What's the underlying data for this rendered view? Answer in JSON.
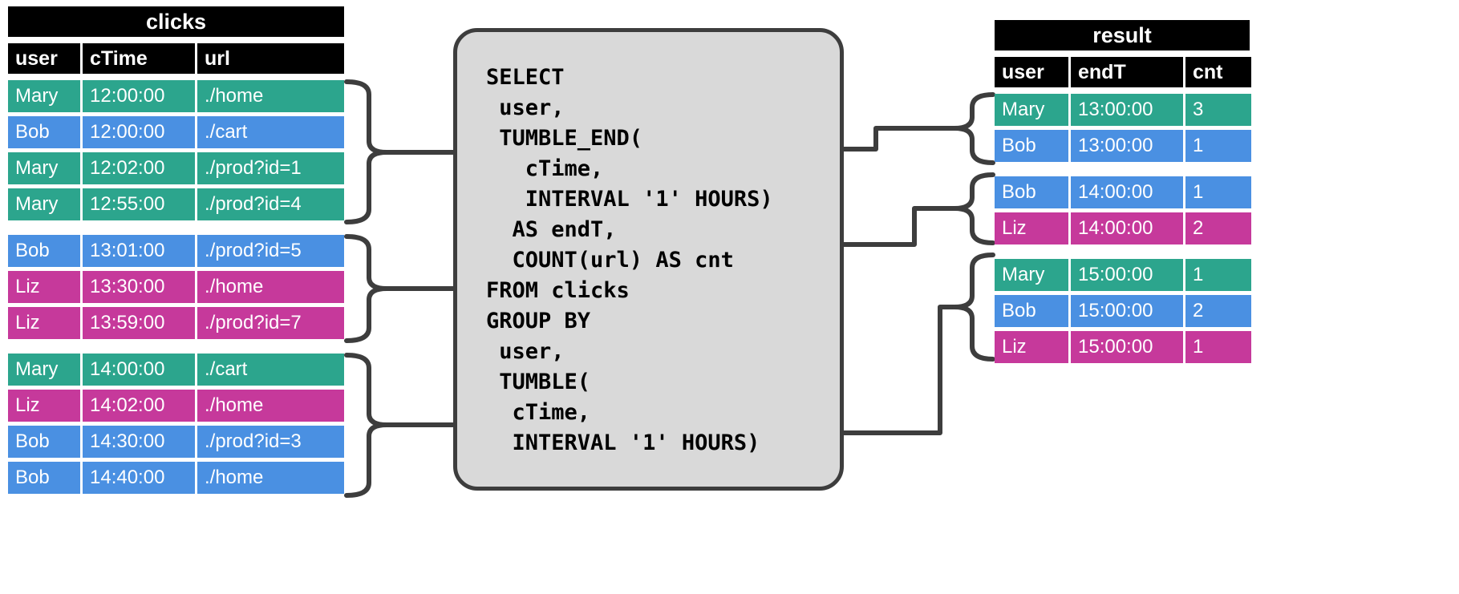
{
  "clicks_table": {
    "title": "clicks",
    "columns": [
      "user",
      "cTime",
      "url"
    ],
    "groups": [
      {
        "rows": [
          {
            "cells": [
              "Mary",
              "12:00:00",
              "./home"
            ],
            "color": "green"
          },
          {
            "cells": [
              "Bob",
              "12:00:00",
              "./cart"
            ],
            "color": "blue"
          },
          {
            "cells": [
              "Mary",
              "12:02:00",
              "./prod?id=1"
            ],
            "color": "green"
          },
          {
            "cells": [
              "Mary",
              "12:55:00",
              "./prod?id=4"
            ],
            "color": "green"
          }
        ]
      },
      {
        "rows": [
          {
            "cells": [
              "Bob",
              "13:01:00",
              "./prod?id=5"
            ],
            "color": "blue"
          },
          {
            "cells": [
              "Liz",
              "13:30:00",
              "./home"
            ],
            "color": "magenta"
          },
          {
            "cells": [
              "Liz",
              "13:59:00",
              "./prod?id=7"
            ],
            "color": "magenta"
          }
        ]
      },
      {
        "rows": [
          {
            "cells": [
              "Mary",
              "14:00:00",
              "./cart"
            ],
            "color": "green"
          },
          {
            "cells": [
              "Liz",
              "14:02:00",
              "./home"
            ],
            "color": "magenta"
          },
          {
            "cells": [
              "Bob",
              "14:30:00",
              "./prod?id=3"
            ],
            "color": "blue"
          },
          {
            "cells": [
              "Bob",
              "14:40:00",
              "./home"
            ],
            "color": "blue"
          }
        ]
      }
    ]
  },
  "sql": {
    "code": "SELECT\n user,\n TUMBLE_END(\n   cTime,\n   INTERVAL '1' HOURS)\n  AS endT,\n  COUNT(url) AS cnt\nFROM clicks\nGROUP BY\n user,\n TUMBLE(\n  cTime,\n  INTERVAL '1' HOURS)"
  },
  "result_table": {
    "title": "result",
    "columns": [
      "user",
      "endT",
      "cnt"
    ],
    "groups": [
      {
        "rows": [
          {
            "cells": [
              "Mary",
              "13:00:00",
              "3"
            ],
            "color": "green"
          },
          {
            "cells": [
              "Bob",
              "13:00:00",
              "1"
            ],
            "color": "blue"
          }
        ]
      },
      {
        "rows": [
          {
            "cells": [
              "Bob",
              "14:00:00",
              "1"
            ],
            "color": "blue"
          },
          {
            "cells": [
              "Liz",
              "14:00:00",
              "2"
            ],
            "color": "magenta"
          }
        ]
      },
      {
        "rows": [
          {
            "cells": [
              "Mary",
              "15:00:00",
              "1"
            ],
            "color": "green"
          },
          {
            "cells": [
              "Bob",
              "15:00:00",
              "2"
            ],
            "color": "blue"
          },
          {
            "cells": [
              "Liz",
              "15:00:00",
              "1"
            ],
            "color": "magenta"
          }
        ]
      }
    ]
  },
  "colors": {
    "green": "#2CA58D",
    "blue": "#4A90E2",
    "magenta": "#C6399B",
    "line": "#3D3D3D",
    "sql_box_bg": "#D9D9D9"
  }
}
